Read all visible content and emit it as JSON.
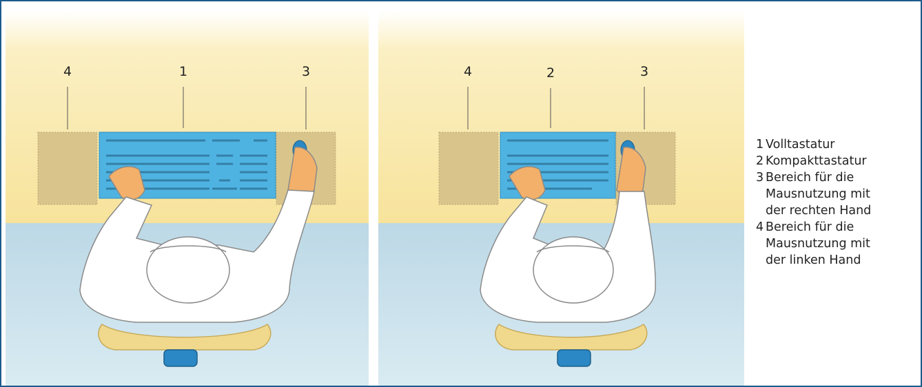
{
  "left_panel": {
    "labels": [
      "4",
      "1",
      "3"
    ]
  },
  "right_panel": {
    "labels": [
      "4",
      "2",
      "3"
    ]
  },
  "legend": [
    {
      "num": "1",
      "text": "Volltastatur"
    },
    {
      "num": "2",
      "text": "Kompakttastatur"
    },
    {
      "num": "3",
      "text": "Bereich für die\nMausnutzung mit\nder rechten Hand"
    },
    {
      "num": "4",
      "text": "Bereich für die\nMausnutzung mit\nder linken Hand"
    }
  ],
  "colors": {
    "frame": "#1d5a8c",
    "desk": "#f7e7a6",
    "floor": "#c9e1ec",
    "keyboard": "#4fb3e2",
    "mouse_area": "#d9c58c",
    "shirt": "#ffffff",
    "chair": "#f0d98d"
  }
}
